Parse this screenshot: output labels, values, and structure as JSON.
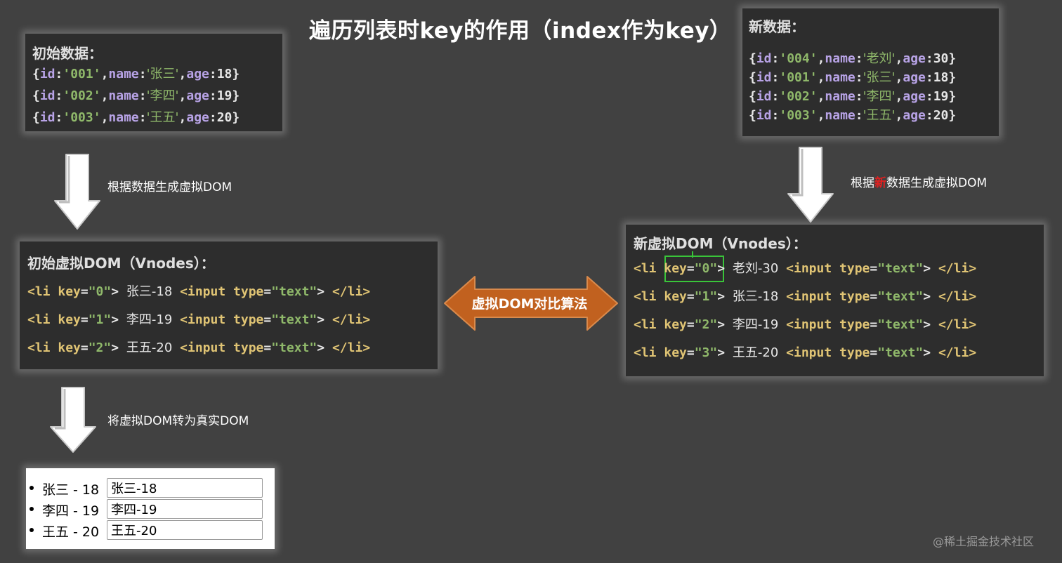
{
  "title": "遍历列表时key的作用（index作为key）",
  "initial_data": {
    "heading": "初始数据：",
    "rows": [
      {
        "id": "'001'",
        "name": "'张三'",
        "age": "18"
      },
      {
        "id": "'002'",
        "name": "'李四'",
        "age": "19"
      },
      {
        "id": "'003'",
        "name": "'王五'",
        "age": "20"
      }
    ]
  },
  "new_data": {
    "heading": "新数据：",
    "rows": [
      {
        "id": "'004'",
        "name": "'老刘'",
        "age": "30"
      },
      {
        "id": "'001'",
        "name": "'张三'",
        "age": "18"
      },
      {
        "id": "'002'",
        "name": "'李四'",
        "age": "19"
      },
      {
        "id": "'003'",
        "name": "'王五'",
        "age": "20"
      }
    ]
  },
  "code_tokens": {
    "brace_open": "{",
    "brace_close": "}",
    "id_key": "id",
    "name_key": "name",
    "age_key": "age",
    "colon": ":",
    "comma": ",",
    "li_open": "<li",
    "key_attr": "key",
    "eq": "=",
    "gt": ">",
    "input_open": "<input",
    "type_attr": "type",
    "text_value": "\"text\"",
    "li_close": "</li>"
  },
  "initial_vdom": {
    "heading": "初始虚拟DOM（Vnodes）：",
    "rows": [
      {
        "key": "\"0\"",
        "text": "张三-18"
      },
      {
        "key": "\"1\"",
        "text": "李四-19"
      },
      {
        "key": "\"2\"",
        "text": "王五-20"
      }
    ]
  },
  "new_vdom": {
    "heading": "新虚拟DOM（Vnodes）：",
    "rows": [
      {
        "key": "\"0\"",
        "text": "老刘-30"
      },
      {
        "key": "\"1\"",
        "text": "张三-18"
      },
      {
        "key": "\"2\"",
        "text": "李四-19"
      },
      {
        "key": "\"3\"",
        "text": "王五-20"
      }
    ]
  },
  "arrows": {
    "gen_initial": "根据数据生成虚拟DOM",
    "gen_new_prefix": "根据",
    "gen_new_mark": "新",
    "gen_new_suffix": "数据生成虚拟DOM",
    "to_real": "将虚拟DOM转为真实DOM",
    "compare": "虚拟DOM对比算法"
  },
  "real_dom": {
    "items": [
      {
        "label": "张三 - 18",
        "value": "张三-18"
      },
      {
        "label": "李四 - 19",
        "value": "李四-19"
      },
      {
        "label": "王五 - 20",
        "value": "王五-20"
      }
    ]
  },
  "watermark": "@稀土掘金技术社区",
  "colors": {
    "background": "#414141",
    "panel": "#2d2d2d",
    "tag": "#e0c474",
    "string": "#8fb86a",
    "property": "#b8a3e6",
    "compare_arrow": "#c1611f",
    "highlight": "#39c439"
  }
}
